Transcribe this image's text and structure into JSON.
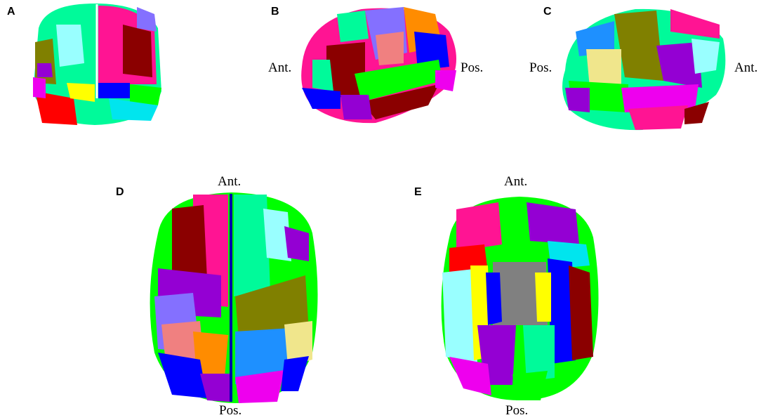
{
  "figure": {
    "panels": [
      {
        "letter": "A"
      },
      {
        "letter": "B",
        "left_label": "Ant.",
        "right_label": "Pos."
      },
      {
        "letter": "C",
        "left_label": "Pos.",
        "right_label": "Ant."
      },
      {
        "letter": "D",
        "top_label": "Ant.",
        "bottom_label": "Pos."
      },
      {
        "letter": "E",
        "top_label": "Ant.",
        "bottom_label": "Pos."
      }
    ]
  },
  "colors": {
    "magenta": "#ff1493",
    "spring_green": "#00fa9a",
    "dark_red": "#8b0000",
    "light_cyan": "#99ffff",
    "purple": "#9400d3",
    "lavender": "#8470ff",
    "blue": "#0000ff",
    "green": "#00ff00",
    "red": "#ff0000",
    "olive": "#808000",
    "orange": "#ff8c00",
    "salmon": "#f08080",
    "steel_blue": "#1e90ff",
    "khaki": "#f0e68c",
    "yellow": "#ffff00",
    "gray": "#808080",
    "violet": "#ee00ee",
    "cyan": "#00e5ee"
  }
}
